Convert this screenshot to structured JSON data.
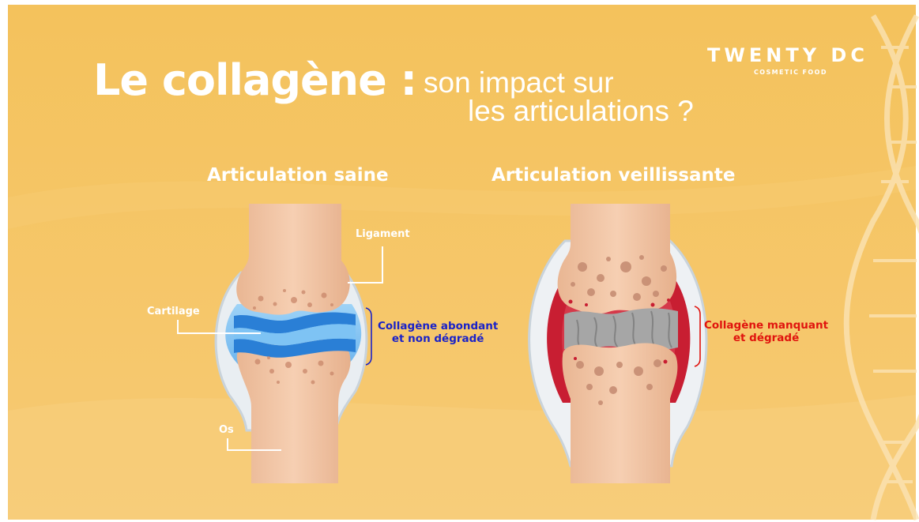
{
  "title": {
    "main": "Le collagène :",
    "sub_line1": "son impact sur",
    "sub_line2": "les articulations ?"
  },
  "brand": {
    "name": "TWENTY DC",
    "tagline": "COSMETIC FOOD"
  },
  "healthy": {
    "heading": "Articulation saine",
    "label_ligament": "Ligament",
    "label_cartilage": "Cartilage",
    "label_bone": "Os",
    "callout_line1": "Collagène abondant",
    "callout_line2": "et non dégradé",
    "callout_color": "#1a22c8"
  },
  "aging": {
    "heading": "Articulation veillissante",
    "callout_line1": "Collagène manquant",
    "callout_line2": "et dégradé",
    "callout_color": "#e0140e"
  },
  "colors": {
    "background_top": "#f5c463",
    "background_bottom": "#f7c870",
    "bone": "#f2c4a4",
    "cartilage_blue": "#3a8fe0",
    "inflamed_red": "#c81e32",
    "worn_cartilage_gray": "#9a9a9a"
  }
}
